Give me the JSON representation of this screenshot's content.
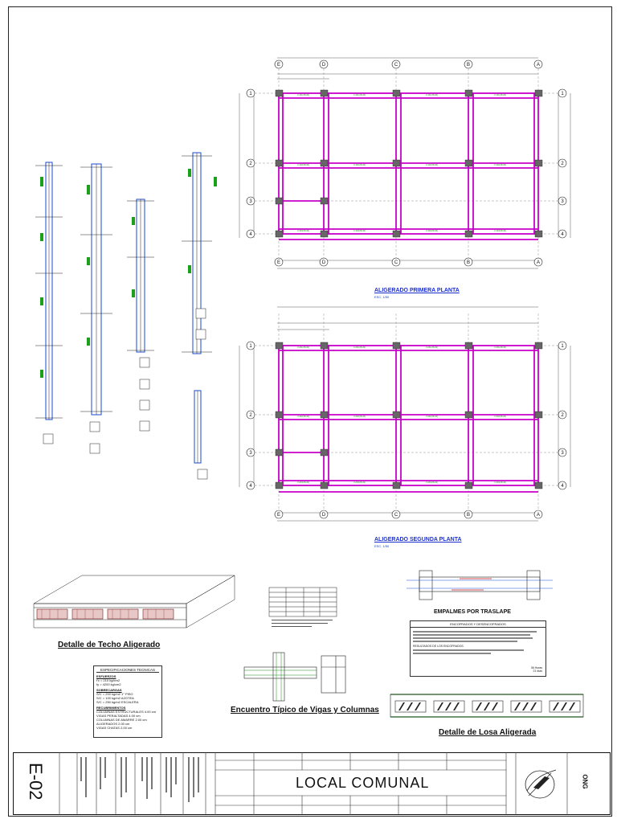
{
  "sheet": {
    "code": "E-02",
    "project_name": "LOCAL COMUNAL",
    "right_label": "ONG"
  },
  "plans": {
    "first_floor_title": "ALIGERADO PRIMERA PLANTA",
    "first_floor_scale": "ESC. 1/50",
    "second_floor_title": "ALIGERADO SEGUNDA PLANTA",
    "second_floor_scale": "ESC. 1/50",
    "axes_letters": [
      "E",
      "D",
      "C",
      "B",
      "A"
    ],
    "axes_numbers": [
      "1",
      "2",
      "3",
      "4"
    ]
  },
  "details": {
    "techo_title": "Detalle de Techo Aligerado",
    "encuentro_title": "Encuentro Típico de Vigas y Columnas",
    "empalmes_title": "EMPALMES POR TRASLAPE",
    "losa_title": "Detalle de Losa Aligerada"
  },
  "specs": {
    "title": "ESPECIFICACIONES TECNICAS",
    "sections": [
      {
        "heading": "ESFUERZOS",
        "lines": [
          "f'c = 210 kg/cm2",
          "fy = 4200 kg/cm2"
        ]
      },
      {
        "heading": "SOBRECARGAS",
        "lines": [
          "S/C = 200 kg/m2 1° PISO",
          "S/C = 100 kg/m2 AZOTEA",
          "S/C = 250 kg/m2 ESCALERA"
        ]
      },
      {
        "heading": "RECUBRIMIENTOS",
        "lines": [
          "COLUMNAS ESTRUCTURALES  4.00 cm",
          "VIGAS PERALTADAS  4.00 cm",
          "COLUMNAS DE AMARRE  2.00 cm",
          "ALIGERADOS  2.00 cm",
          "VIGAS CHATAS  2.00 cm"
        ]
      }
    ]
  },
  "notes_box": {
    "title": "ENCOFRADOS Y DESENCOFRADOS",
    "subtitle": "RESULTADOS DE LOS ENCOFRADOS",
    "footer": [
      "36 Horas",
      "21 días"
    ]
  }
}
